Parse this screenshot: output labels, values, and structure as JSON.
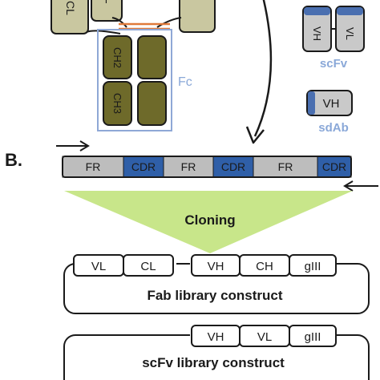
{
  "antibody": {
    "light_chain_label": "CL",
    "heavy_chain_labels": [
      "CH2",
      "CH3"
    ],
    "fc_label": "Fc"
  },
  "fragments": {
    "scfv": {
      "domains": [
        "VH",
        "VL"
      ],
      "label": "scFv"
    },
    "sdab": {
      "domain": "VH",
      "label": "sdAb"
    }
  },
  "panel_b": {
    "label": "B.",
    "gene_segments": [
      "FR",
      "CDR",
      "FR",
      "CDR",
      "FR",
      "CDR"
    ],
    "cloning_label": "Cloning",
    "fab_construct": {
      "light_cassette": [
        "VL",
        "CL"
      ],
      "heavy_cassette": [
        "VH",
        "CH",
        "gIII"
      ],
      "label": "Fab library construct"
    },
    "scfv_construct": {
      "cassette": [
        "VH",
        "VL",
        "gIII"
      ],
      "label": "scFv library construct"
    }
  },
  "colors": {
    "fab_domain": "#c9c7a0",
    "fc_domain": "#6e6a2a",
    "hinge": "#e07a3a",
    "fc_box": "#8fa8d6",
    "fragment_grey": "#c9c9c9",
    "fragment_blue": "#4a6fb0",
    "fragment_label": "#8aa8d8",
    "fr_segment": "#bdbdbd",
    "cdr_segment": "#2f5fa8",
    "cloning_wedge": "#c8e68a",
    "outline": "#1a1a1a"
  }
}
